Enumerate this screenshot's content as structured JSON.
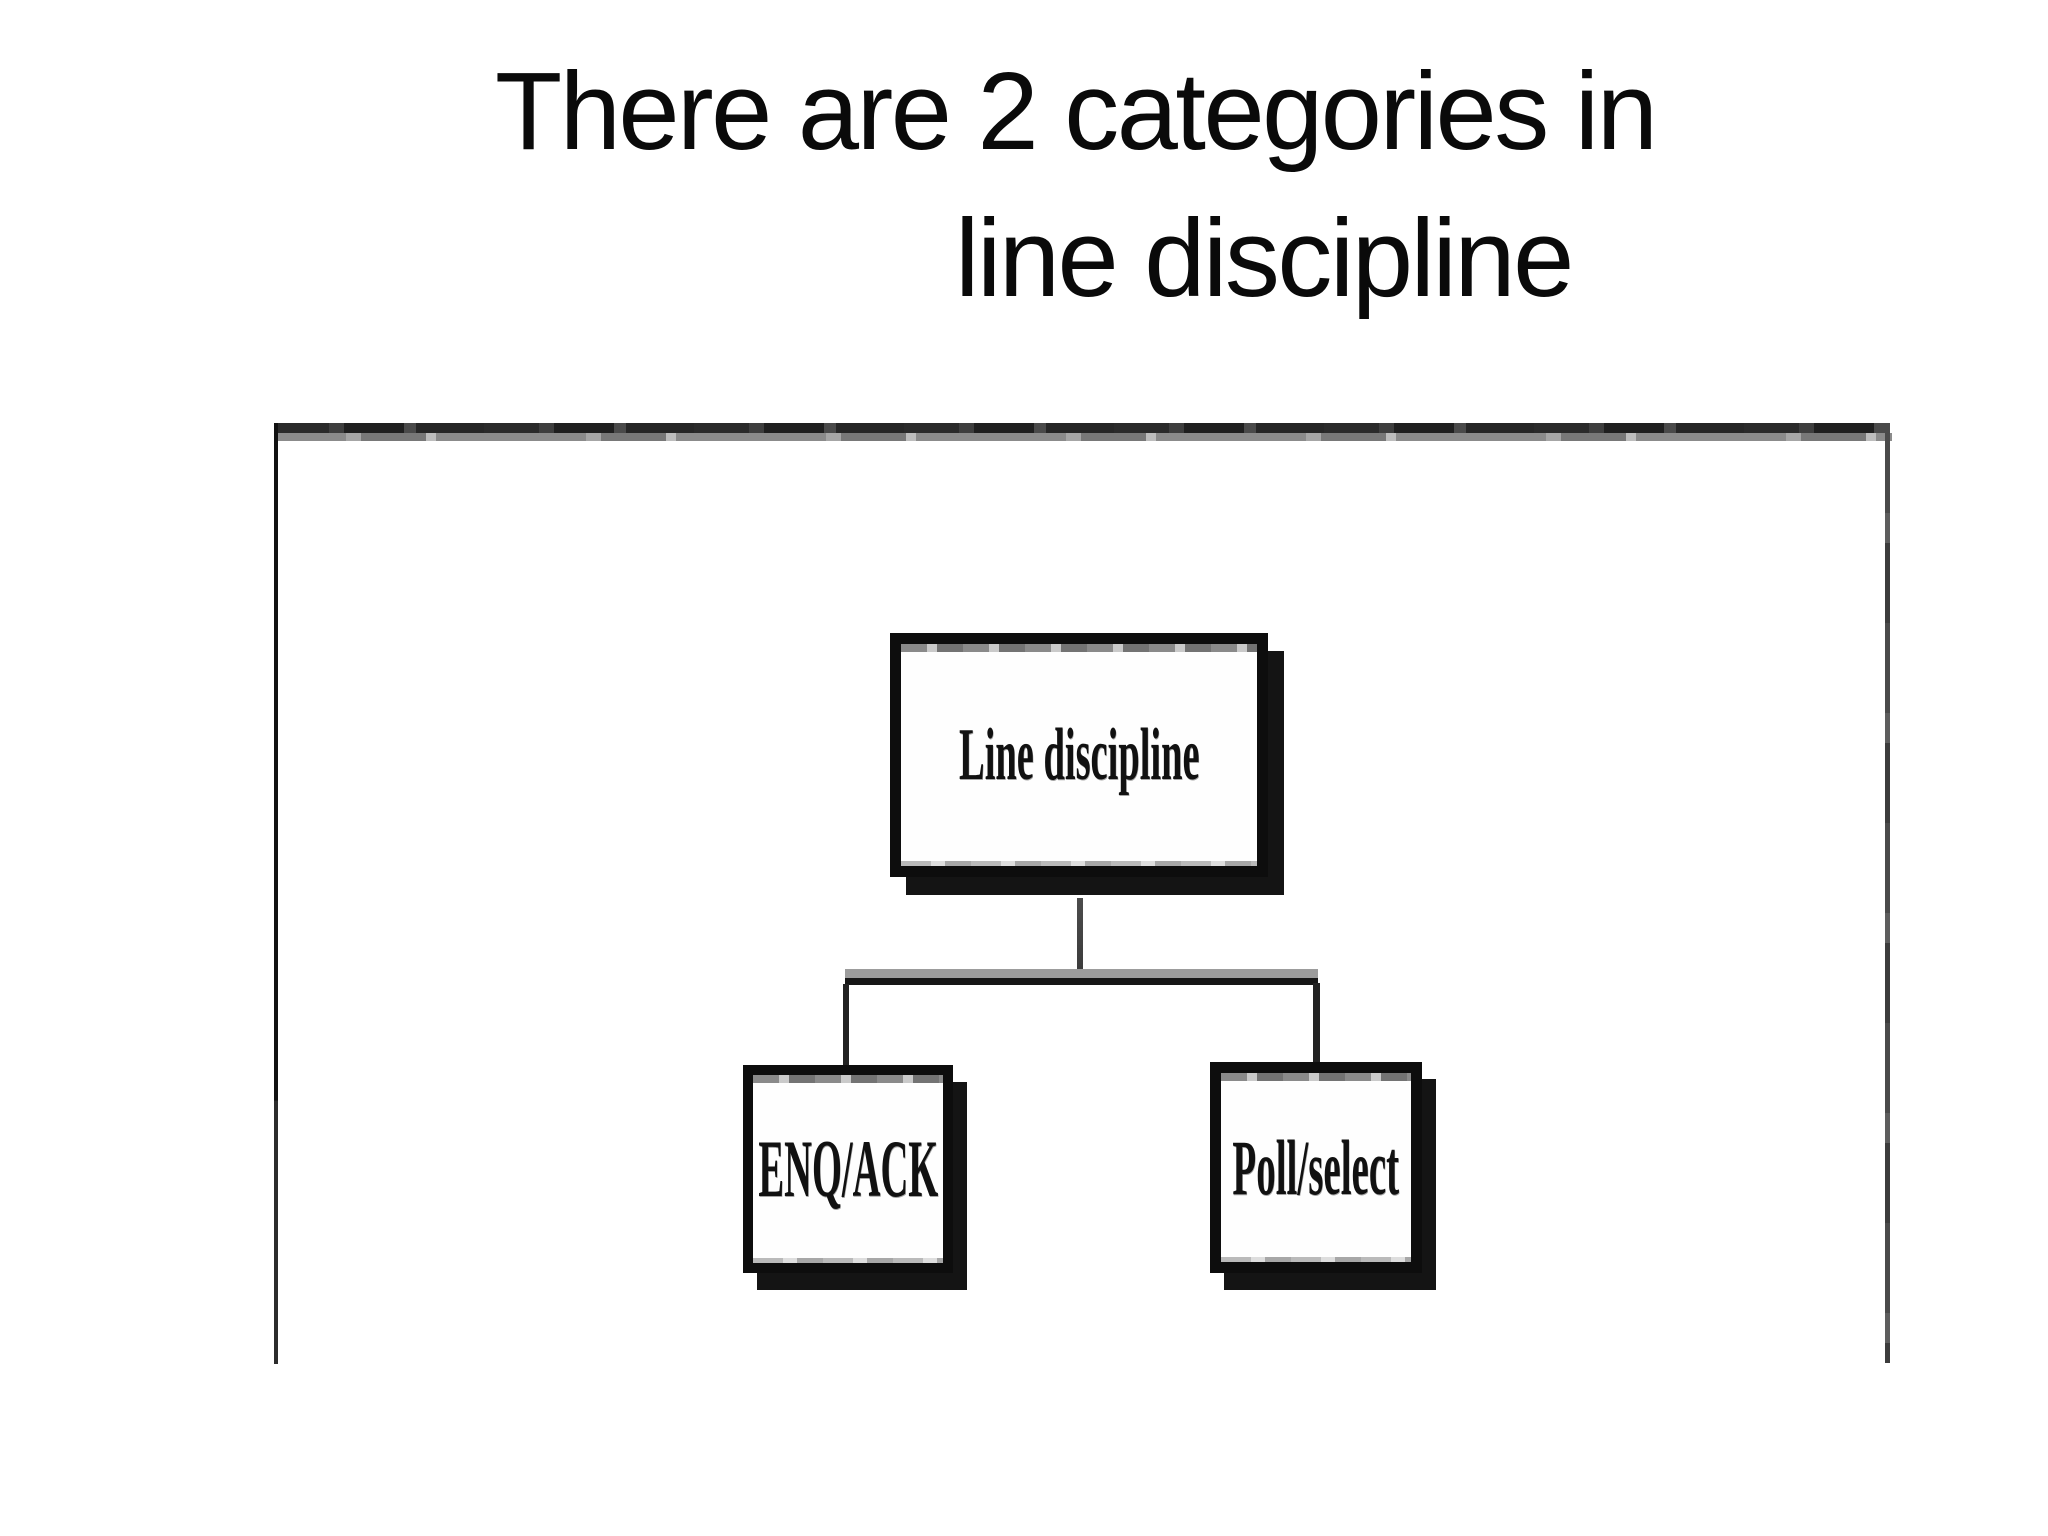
{
  "slide": {
    "title_line1": "There are 2 categories in",
    "title_line2": "line discipline"
  },
  "diagram": {
    "root": {
      "label": "Line discipline"
    },
    "children": [
      {
        "label": "ENQ/ACK"
      },
      {
        "label": "Poll/select"
      }
    ]
  },
  "colors": {
    "background": "#ffffff",
    "ink": "#0d0d0d",
    "box_shadow": "#141414",
    "frame_dark": "#2a2a2a",
    "frame_gray": "#8b8b8b",
    "connector": "#222222"
  }
}
